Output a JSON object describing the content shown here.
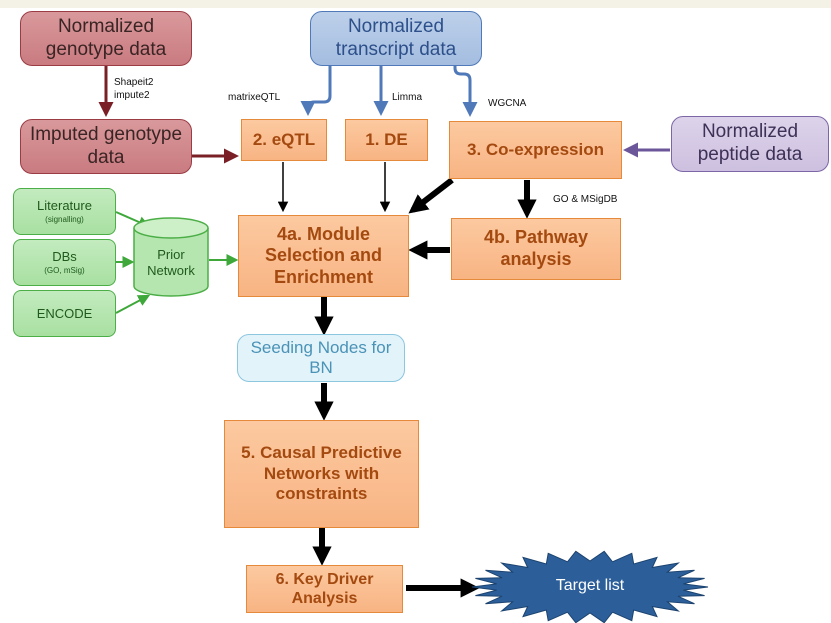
{
  "nodes": {
    "norm_geno": "Normalized genotype data",
    "norm_trans": "Normalized transcript data",
    "imputed_geno": "Imputed genotype data",
    "eqtl": "2. eQTL",
    "de": "1. DE",
    "coexp": "3. Co-expression",
    "norm_pep": "Normalized peptide data",
    "literature": "Literature",
    "literature_sub": "(signalling)",
    "dbs": "DBs",
    "dbs_sub": "(GO, mSig)",
    "encode": "ENCODE",
    "prior": "Prior Network",
    "module": "4a. Module Selection and Enrichment",
    "pathway": "4b. Pathway analysis",
    "seeding": "Seeding Nodes for BN",
    "causal": "5. Causal Predictive Networks with constraints",
    "keydriver": "6. Key Driver Analysis",
    "target": "Target list"
  },
  "edge_labels": {
    "shapeit": "Shapeit2",
    "impute": "impute2",
    "matrixeqtl": "matrixeQTL",
    "limma": "Limma",
    "wgcna": "WGCNA",
    "gomsig": "GO & MSigDB"
  },
  "colors": {
    "genotype_arrow": "#7a1f26",
    "transcript_arrow": "#4f79b8",
    "peptide_arrow": "#6b5699",
    "green_arrow": "#3ea83a",
    "main_arrow": "#000000",
    "target_fill": "#2c5f9a"
  }
}
